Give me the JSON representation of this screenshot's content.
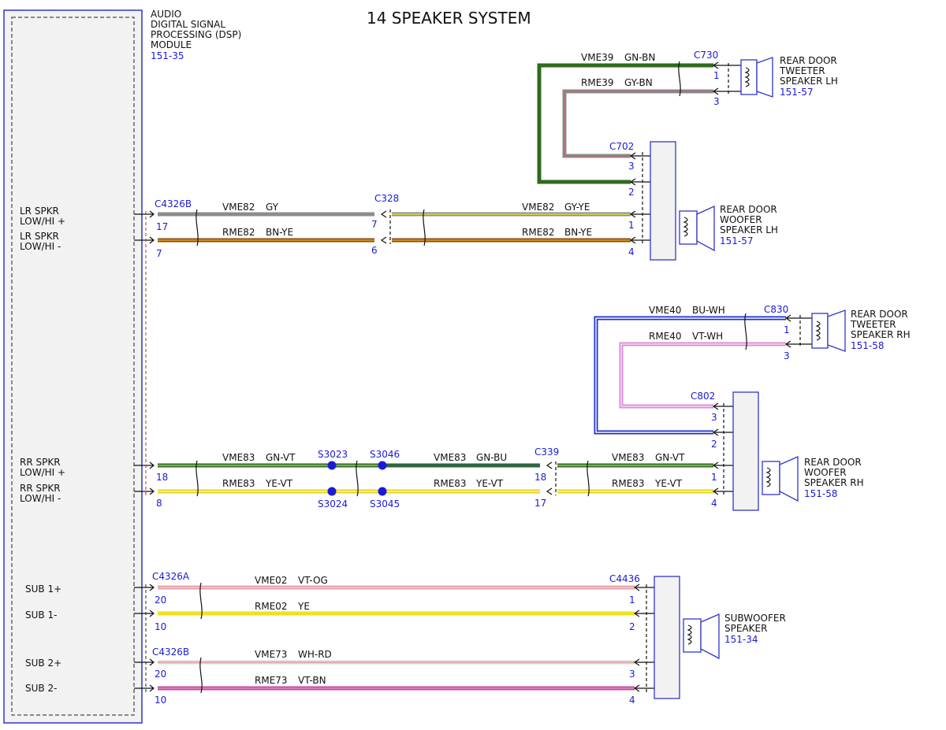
{
  "title": "14 SPEAKER SYSTEM",
  "colors": {
    "connector_text": "#1a1ad8",
    "outline_blue": "#2f36c9",
    "box_fill": "#f2f2f2",
    "splice_dot": "#1a1ad8"
  },
  "dsp": {
    "name_lines": [
      "AUDIO",
      "DIGITAL SIGNAL",
      "PROCESSING (DSP)",
      "MODULE"
    ],
    "ref": "151-35"
  },
  "module_labels": [
    {
      "lines": [
        "LR SPKR",
        "LOW/HI +"
      ]
    },
    {
      "lines": [
        "LR SPKR",
        "LOW/HI -"
      ]
    },
    {
      "lines": [
        "RR SPKR",
        "LOW/HI +"
      ]
    },
    {
      "lines": [
        "RR SPKR",
        "LOW/HI -"
      ]
    },
    {
      "lines": [
        "SUB 1+"
      ]
    },
    {
      "lines": [
        "SUB 1-"
      ]
    },
    {
      "lines": [
        "SUB 2+"
      ]
    },
    {
      "lines": [
        "SUB 2-"
      ]
    }
  ],
  "connectors": [
    {
      "name": "C4326B"
    },
    {
      "name": "C328"
    },
    {
      "name": "C730"
    },
    {
      "name": "C702"
    },
    {
      "name": "C830"
    },
    {
      "name": "C802"
    },
    {
      "name": "C339"
    },
    {
      "name": "C4326A"
    },
    {
      "name": "C4436"
    },
    {
      "name": "C4326B"
    }
  ],
  "splices": [
    "S3023",
    "S3046",
    "S3024",
    "S3045"
  ],
  "pins": [
    "17",
    "7",
    "7",
    "6",
    "1",
    "3",
    "3",
    "2",
    "1",
    "4",
    "1",
    "3",
    "3",
    "2",
    "18",
    "8",
    "18",
    "17",
    "1",
    "4",
    "20",
    "10",
    "1",
    "2",
    "20",
    "10",
    "3",
    "4"
  ],
  "wires": [
    {
      "circuit": "VME82",
      "color": "GY",
      "c1": "#8c8c8c",
      "c2": "#8c8c8c"
    },
    {
      "circuit": "VME82",
      "color": "GY-YE",
      "c1": "#8c8c8c",
      "c2": "#e3dc3a"
    },
    {
      "circuit": "RME82",
      "color": "BN-YE",
      "c1": "#8a4a12",
      "c2": "#e3c21e"
    },
    {
      "circuit": "RME82",
      "color": "BN-YE",
      "c1": "#8a4a12",
      "c2": "#e3c21e"
    },
    {
      "circuit": "VME39",
      "color": "GN-BN",
      "c1": "#2f6b1e",
      "c2": "#2f6b1e"
    },
    {
      "circuit": "RME39",
      "color": "GY-BN",
      "c1": "#8c8c8c",
      "c2": "#9b5a3a"
    },
    {
      "circuit": "VME40",
      "color": "BU-WH",
      "c1": "#1c2fd2",
      "c2": "#ffffff"
    },
    {
      "circuit": "RME40",
      "color": "VT-WH",
      "c1": "#d98ed8",
      "c2": "#f3d2f1"
    },
    {
      "circuit": "VME83",
      "color": "GN-VT",
      "c1": "#2f6b1e",
      "c2": "#9bbf6a"
    },
    {
      "circuit": "VME83",
      "color": "GN-BU",
      "c1": "#2f6b1e",
      "c2": "#2a4fc2"
    },
    {
      "circuit": "VME83",
      "color": "GN-VT",
      "c1": "#2f6b1e",
      "c2": "#9bbf6a"
    },
    {
      "circuit": "RME83",
      "color": "YE-VT",
      "c1": "#e3d21e",
      "c2": "#fff6a0"
    },
    {
      "circuit": "RME83",
      "color": "YE-VT",
      "c1": "#e3d21e",
      "c2": "#fff6a0"
    },
    {
      "circuit": "RME83",
      "color": "YE-VT",
      "c1": "#e3d21e",
      "c2": "#fff6a0"
    },
    {
      "circuit": "VME02",
      "color": "VT-OG",
      "c1": "#e8a0b4",
      "c2": "#f3c6d2"
    },
    {
      "circuit": "RME02",
      "color": "YE",
      "c1": "#eee21e",
      "c2": "#eee21e"
    },
    {
      "circuit": "VME73",
      "color": "WH-RD",
      "c1": "#e0e0e0",
      "c2": "#e8a0a0"
    },
    {
      "circuit": "RME73",
      "color": "VT-BN",
      "c1": "#c84a9a",
      "c2": "#b03c86"
    }
  ],
  "speakers": [
    {
      "name_lines": [
        "REAR DOOR",
        "TWEETER",
        "SPEAKER LH"
      ],
      "ref": "151-57"
    },
    {
      "name_lines": [
        "REAR DOOR",
        "WOOFER",
        "SPEAKER LH"
      ],
      "ref": "151-57"
    },
    {
      "name_lines": [
        "REAR DOOR",
        "TWEETER",
        "SPEAKER RH"
      ],
      "ref": "151-58"
    },
    {
      "name_lines": [
        "REAR DOOR",
        "WOOFER",
        "SPEAKER RH"
      ],
      "ref": "151-58"
    },
    {
      "name_lines": [
        "SUBWOOFER",
        "SPEAKER"
      ],
      "ref": "151-34"
    }
  ]
}
